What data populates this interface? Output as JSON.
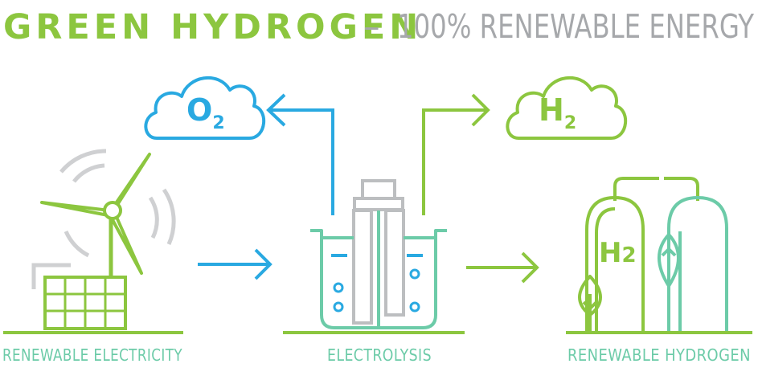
{
  "title": {
    "main": "GREEN HYDROGEN",
    "separator": "–",
    "sub": "100% RENEWABLE ENERGY"
  },
  "clouds": {
    "oxygen": {
      "symbol": "O",
      "subscript": "2"
    },
    "hydrogen": {
      "symbol": "H",
      "subscript": "2"
    }
  },
  "tank_label": {
    "symbol": "H",
    "subscript": "2"
  },
  "stages": {
    "electricity": "RENEWABLE ELECTRICITY",
    "electrolysis": "ELECTROLYSIS",
    "hydrogen": "RENEWABLE HYDROGEN"
  },
  "colors": {
    "green": "#8cc63f",
    "teal": "#6ccba8",
    "blue": "#29a9e1",
    "gray": "#a6a8ab"
  },
  "icons": [
    "wind-turbine-icon",
    "solar-panel-icon",
    "electrolysis-beaker-icon",
    "oxygen-cloud-icon",
    "hydrogen-cloud-icon",
    "hydrogen-tank-icon",
    "leaf-icon"
  ]
}
